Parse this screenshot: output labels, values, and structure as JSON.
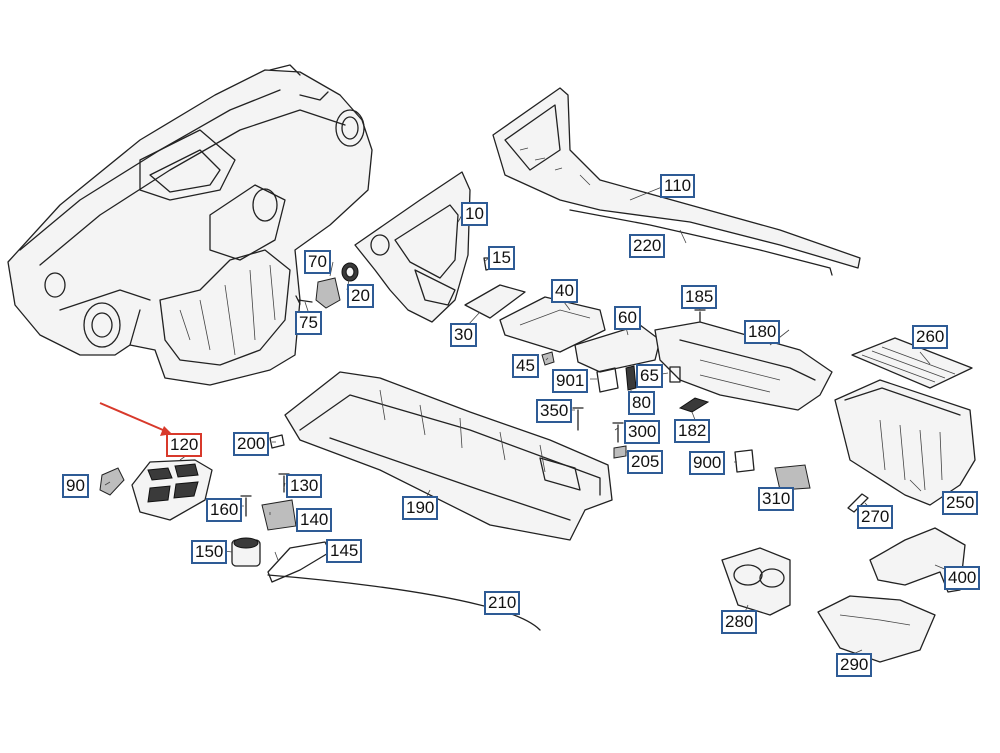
{
  "callouts": [
    {
      "id": "c10",
      "label": "10"
    },
    {
      "id": "c15",
      "label": "15"
    },
    {
      "id": "c20",
      "label": "20"
    },
    {
      "id": "c30",
      "label": "30"
    },
    {
      "id": "c40",
      "label": "40"
    },
    {
      "id": "c45",
      "label": "45"
    },
    {
      "id": "c60",
      "label": "60"
    },
    {
      "id": "c65",
      "label": "65"
    },
    {
      "id": "c70",
      "label": "70"
    },
    {
      "id": "c75",
      "label": "75"
    },
    {
      "id": "c80",
      "label": "80"
    },
    {
      "id": "c90",
      "label": "90"
    },
    {
      "id": "c110",
      "label": "110"
    },
    {
      "id": "c120",
      "label": "120"
    },
    {
      "id": "c130",
      "label": "130"
    },
    {
      "id": "c140",
      "label": "140"
    },
    {
      "id": "c145",
      "label": "145"
    },
    {
      "id": "c150",
      "label": "150"
    },
    {
      "id": "c160",
      "label": "160"
    },
    {
      "id": "c180",
      "label": "180"
    },
    {
      "id": "c182",
      "label": "182"
    },
    {
      "id": "c185",
      "label": "185"
    },
    {
      "id": "c190",
      "label": "190"
    },
    {
      "id": "c200",
      "label": "200"
    },
    {
      "id": "c205",
      "label": "205"
    },
    {
      "id": "c210",
      "label": "210"
    },
    {
      "id": "c220",
      "label": "220"
    },
    {
      "id": "c250",
      "label": "250"
    },
    {
      "id": "c260",
      "label": "260"
    },
    {
      "id": "c270",
      "label": "270"
    },
    {
      "id": "c280",
      "label": "280"
    },
    {
      "id": "c290",
      "label": "290"
    },
    {
      "id": "c300",
      "label": "300"
    },
    {
      "id": "c310",
      "label": "310"
    },
    {
      "id": "c350",
      "label": "350"
    },
    {
      "id": "c400",
      "label": "400"
    },
    {
      "id": "c900",
      "label": "900"
    },
    {
      "id": "c901",
      "label": "901"
    }
  ],
  "highlighted_part": "120",
  "colors": {
    "callout_border": "#2e5b95",
    "highlight": "#d8392b",
    "line_art": "#222222"
  }
}
